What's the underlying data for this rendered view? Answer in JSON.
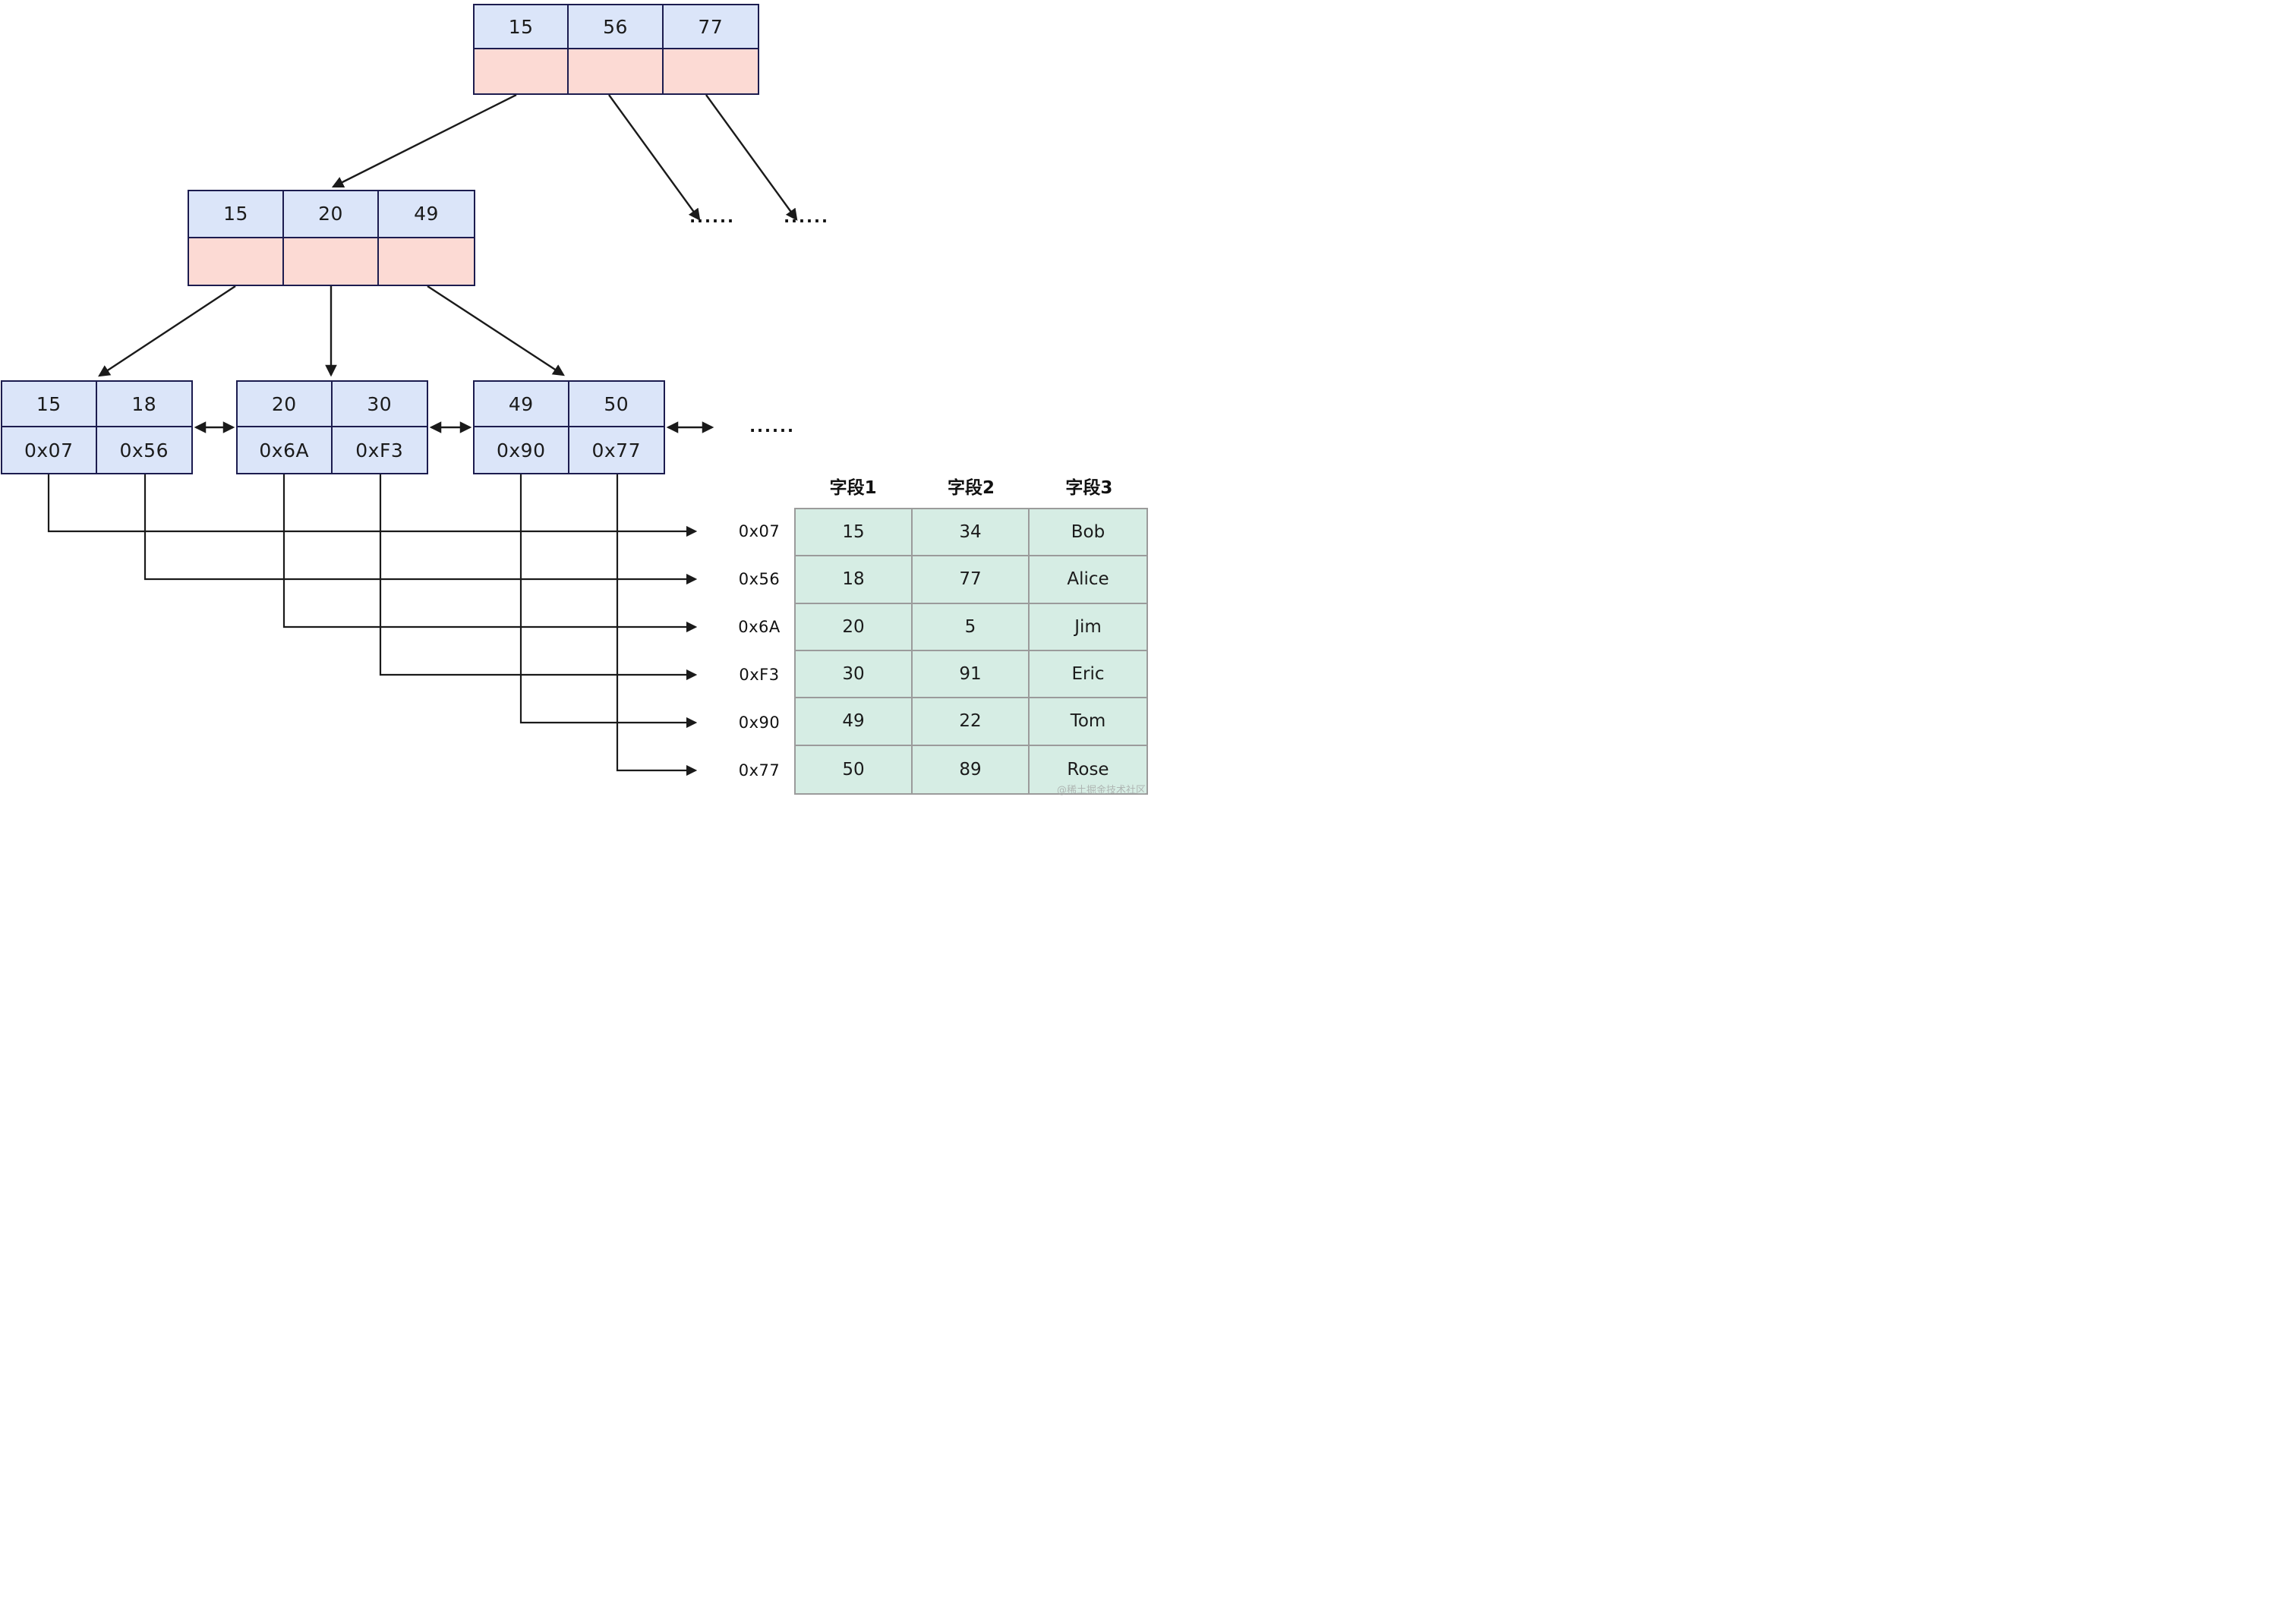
{
  "tree": {
    "ellipsis": "......",
    "root": {
      "keys": [
        "15",
        "56",
        "77"
      ]
    },
    "internal": {
      "keys": [
        "15",
        "20",
        "49"
      ]
    },
    "leaves": [
      {
        "keys": [
          "15",
          "18"
        ],
        "pointers": [
          "0x07",
          "0x56"
        ]
      },
      {
        "keys": [
          "20",
          "30"
        ],
        "pointers": [
          "0x6A",
          "0xF3"
        ]
      },
      {
        "keys": [
          "49",
          "50"
        ],
        "pointers": [
          "0x90",
          "0x77"
        ]
      }
    ]
  },
  "record_table": {
    "headers": [
      "字段1",
      "字段2",
      "字段3"
    ],
    "rows": [
      {
        "pointer": "0x07",
        "values": [
          "15",
          "34",
          "Bob"
        ]
      },
      {
        "pointer": "0x56",
        "values": [
          "18",
          "77",
          "Alice"
        ]
      },
      {
        "pointer": "0x6A",
        "values": [
          "20",
          "5",
          "Jim"
        ]
      },
      {
        "pointer": "0xF3",
        "values": [
          "30",
          "91",
          "Eric"
        ]
      },
      {
        "pointer": "0x90",
        "values": [
          "49",
          "22",
          "Tom"
        ]
      },
      {
        "pointer": "0x77",
        "values": [
          "50",
          "89",
          "Rose"
        ]
      }
    ]
  },
  "watermark": "@稀土掘金技术社区",
  "colors": {
    "key_cell_fill": "#dbe5f9",
    "pointer_cell_fill": "#fcdad4",
    "node_border": "#1c1c4f",
    "arrow_stroke": "#1a1a1a",
    "table_fill": "#d6ede4",
    "table_border": "#9b9b9b"
  }
}
